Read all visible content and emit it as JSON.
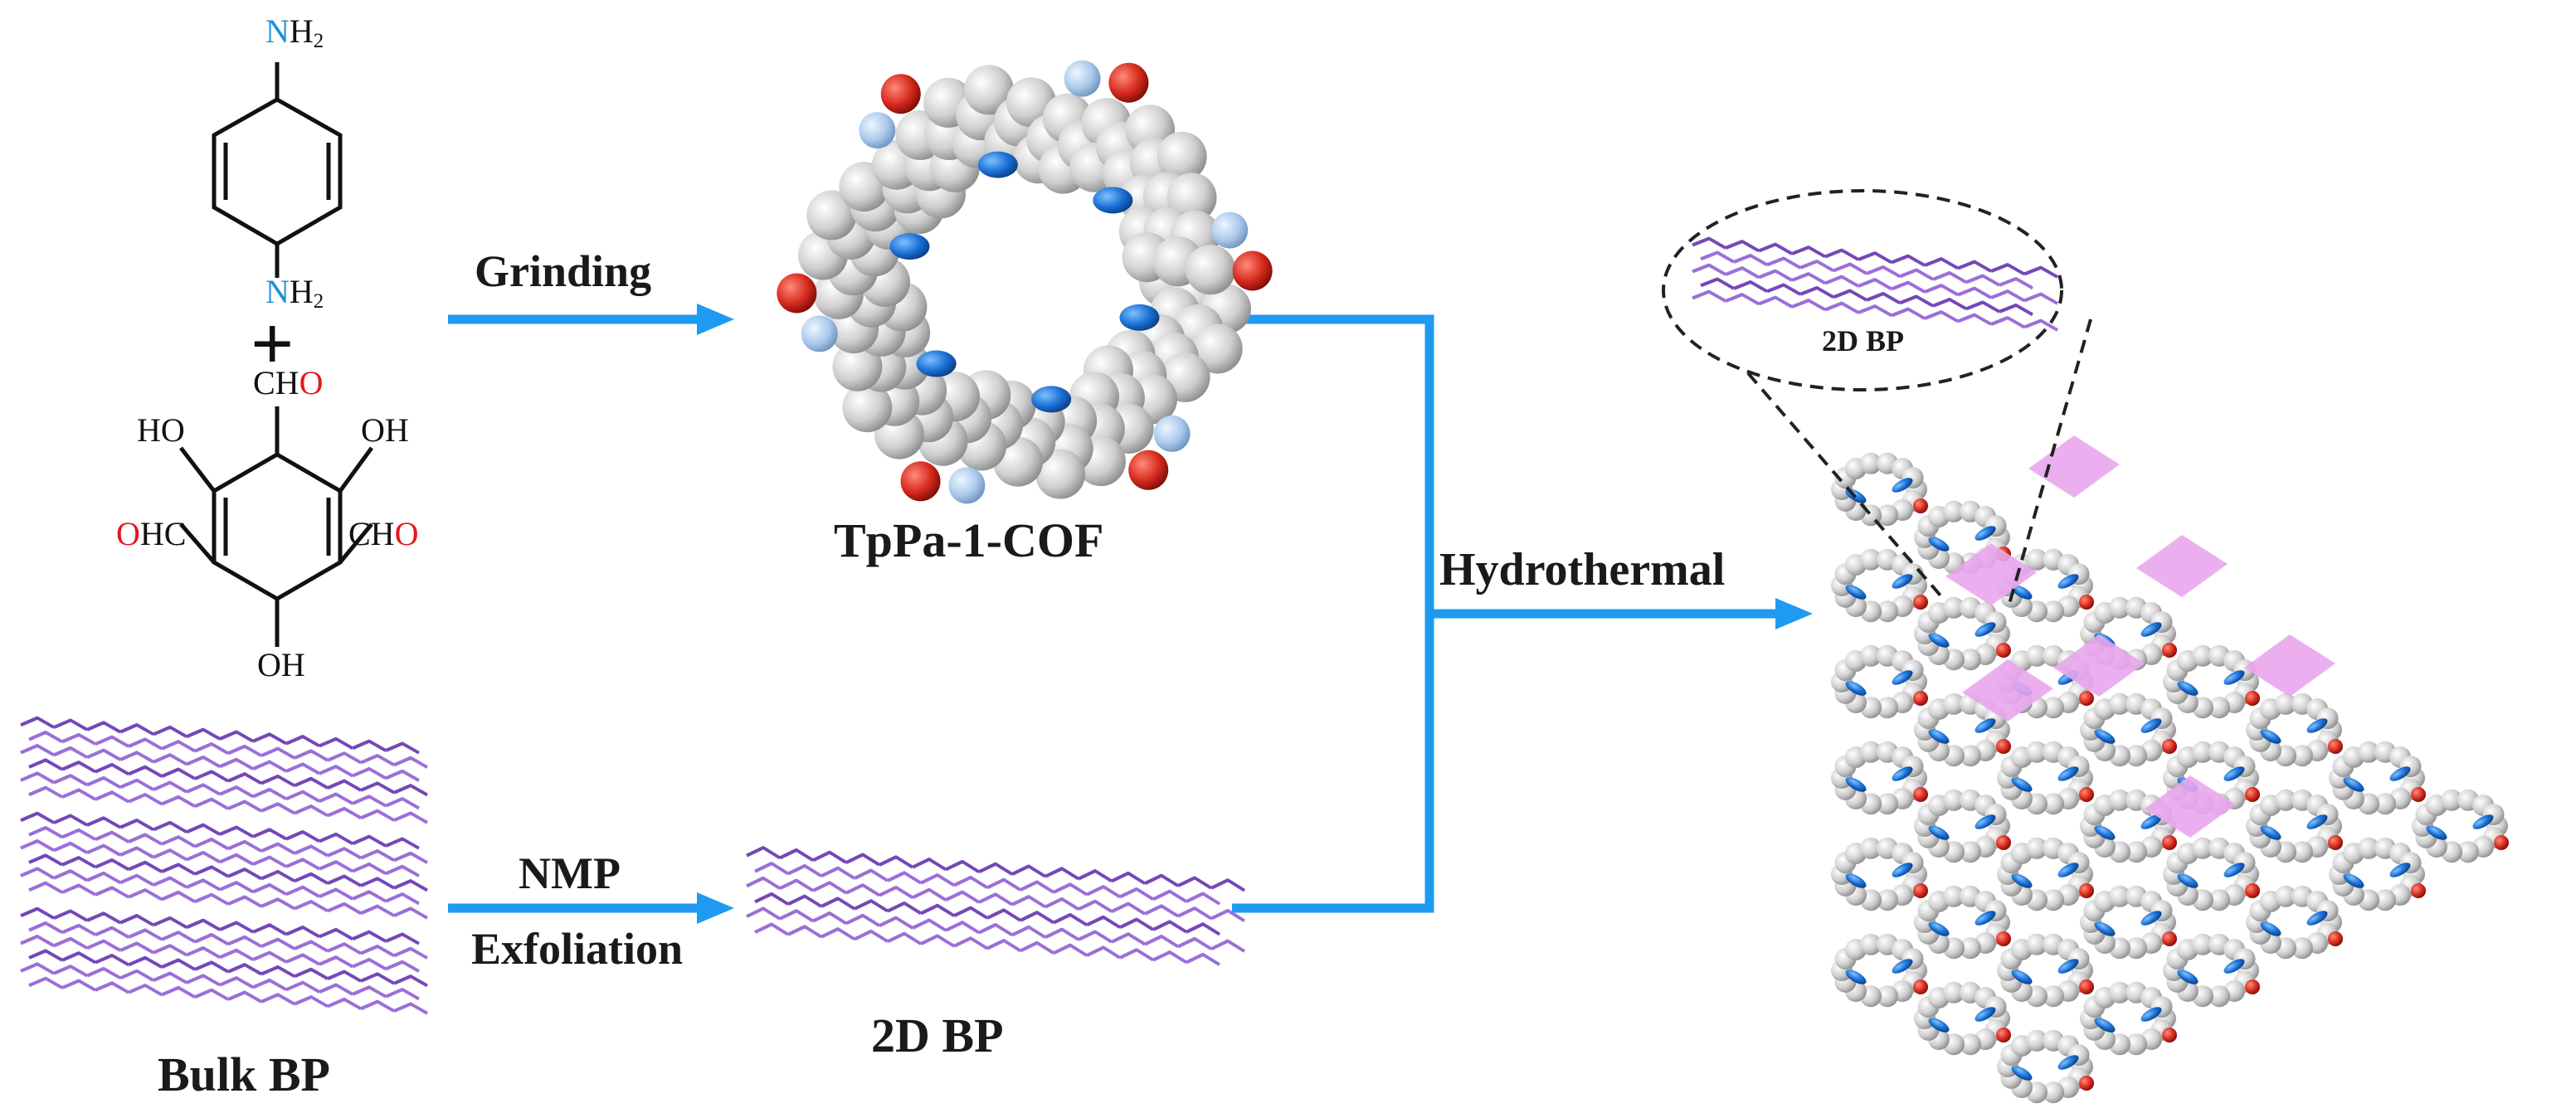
{
  "labels": {
    "grinding": "Grinding",
    "tppa_cof": "TpPa-1-COF",
    "hydrothermal": "Hydrothermal",
    "nmp": "NMP",
    "exfoliation": "Exfoliation",
    "bulk_bp": "Bulk BP",
    "bp_2d": "2D BP",
    "bp_2d_inset": "2D BP",
    "plus": "+"
  },
  "pa": {
    "top_group": {
      "n": "N",
      "h2": "H",
      "sub": "2"
    },
    "bottom_group": {
      "n": "N",
      "h2": "H",
      "sub": "2"
    }
  },
  "tp": {
    "top": {
      "c": "CH",
      "o": "O"
    },
    "left_oh": "HO",
    "right_oh": "OH",
    "bottom_left": {
      "o": "O",
      "hc": "HC"
    },
    "bottom_right": {
      "c": "CH",
      "o": "O"
    },
    "bottom_oh": "OH"
  },
  "colors": {
    "arrow": "#1e9bf0",
    "bp": "#9b6fd8",
    "bp_dark": "#7448b8",
    "cof_atom": "#d9d9d9",
    "nitrogen": "#1a6fd4",
    "oxygen": "#d62a1e",
    "pink_bp": "#e9a6ee"
  }
}
